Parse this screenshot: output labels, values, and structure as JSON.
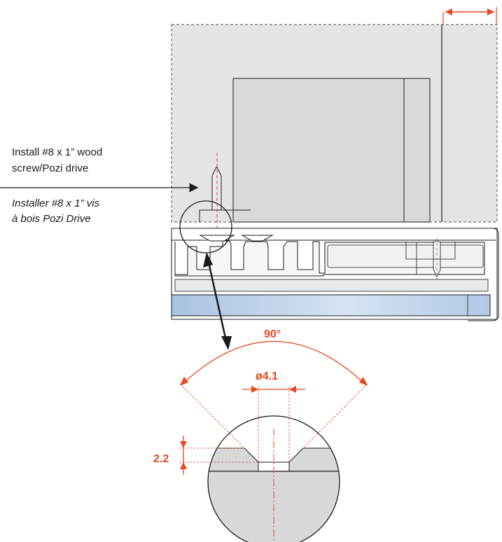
{
  "annotations": {
    "instruction_en_line1": "Install #8 x 1” wood",
    "instruction_en_line2": "screw/Pozi drive",
    "instruction_fr_line1": "Installer #8 x 1” vis",
    "instruction_fr_line2": "à bois Pozi Drive"
  },
  "dimensions": {
    "countersink_angle": "90°",
    "hole_diameter": "ø4.1",
    "countersink_depth": "2.2"
  },
  "colors": {
    "dimension": "#e8461e",
    "line": "#1a1a1a",
    "panel_fill": "#e4e4e4",
    "section_fill": "#d8d8d8",
    "rail_blue": "#b9cfe8"
  }
}
